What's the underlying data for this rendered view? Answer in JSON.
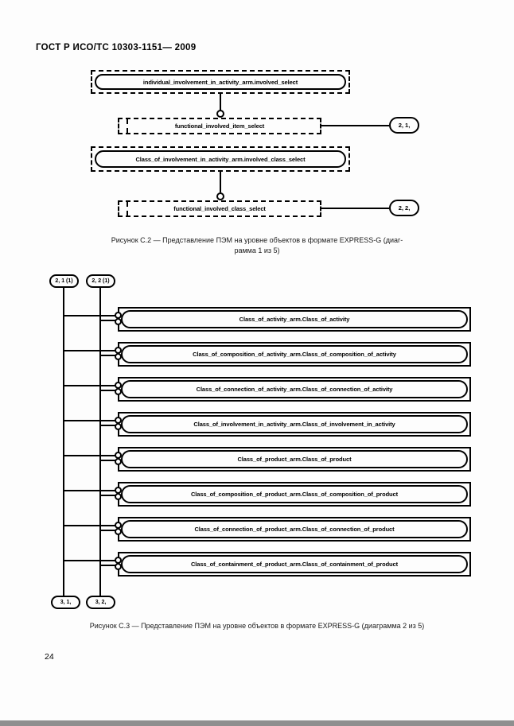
{
  "page": {
    "header": "ГОСТ Р ИСО/ТС 10303-1151— 2009",
    "page_number": "24"
  },
  "figure_c2": {
    "entity_top": "individual_involvement_in_activity_arm.involved_select",
    "select_top": "functional_involved_item_select",
    "ref_top": "2, 1,",
    "entity_bottom": "Class_of_involvement_in_activity_arm.involved_class_select",
    "select_bottom": "functional_involved_class_select",
    "ref_bottom": "2, 2,",
    "caption_line1": "Рисунок С.2 — Представление ПЭМ на уровне объектов в формате EXPRESS-G (диаг-",
    "caption_line2": "рамма 1 из 5)"
  },
  "figure_c3": {
    "refs_top": [
      "2, 1 (1)",
      "2, 2 (1)"
    ],
    "rows": [
      "Class_of_activity_arm.Class_of_activity",
      "Class_of_composition_of_activity_arm.Class_of_composition_of_activity",
      "Class_of_connection_of_activity_arm.Class_of_connection_of_activity",
      "Class_of_involvement_in_activity_arm.Class_of_involvement_in_activity",
      "Class_of_product_arm.Class_of_product",
      "Class_of_composition_of_product_arm.Class_of_composition_of_product",
      "Class_of_connection_of_product_arm.Class_of_connection_of_product",
      "Class_of_containment_of_product_arm.Class_of_containment_of_product"
    ],
    "refs_bottom": [
      "3, 1,",
      "3, 2,"
    ],
    "caption": "Рисунок С.3 — Представление ПЭМ на уровне объектов в формате EXPRESS-G (диаграмма 2 из 5)"
  }
}
